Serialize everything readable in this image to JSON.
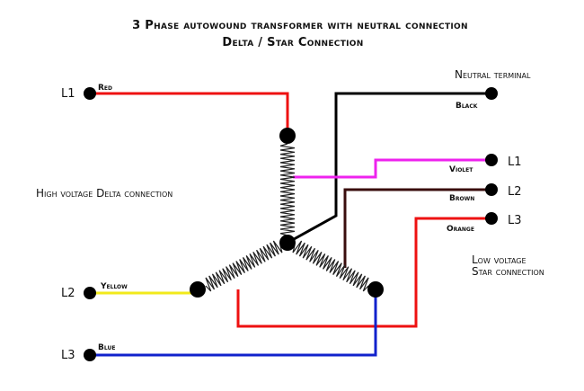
{
  "title": {
    "line1": "3 Phase autowound transformer with neutral connection",
    "line2": "Delta / Star Connection"
  },
  "notes": {
    "high_voltage": "High voltage Delta connection",
    "low_voltage_line1": "Low voltage",
    "low_voltage_line2": "Star connection",
    "neutral_terminal": "Neutral terminal"
  },
  "terminals_left": {
    "l1": "L1",
    "l2": "L2",
    "l3": "L3"
  },
  "terminals_right": {
    "l1": "L1",
    "l2": "L2",
    "l3": "L3"
  },
  "wire_labels": {
    "red": "Red",
    "yellow": "Yellow",
    "blue": "Blue",
    "black": "Black",
    "violet": "Violet",
    "brown": "Brown",
    "orange": "Orange"
  },
  "colors": {
    "red": "#ee1111",
    "yellow": "#f2ea1a",
    "blue": "#1122cc",
    "black": "#000000",
    "violet": "#ee22ee",
    "brown": "#3a0d0d",
    "coil": "#222222"
  }
}
